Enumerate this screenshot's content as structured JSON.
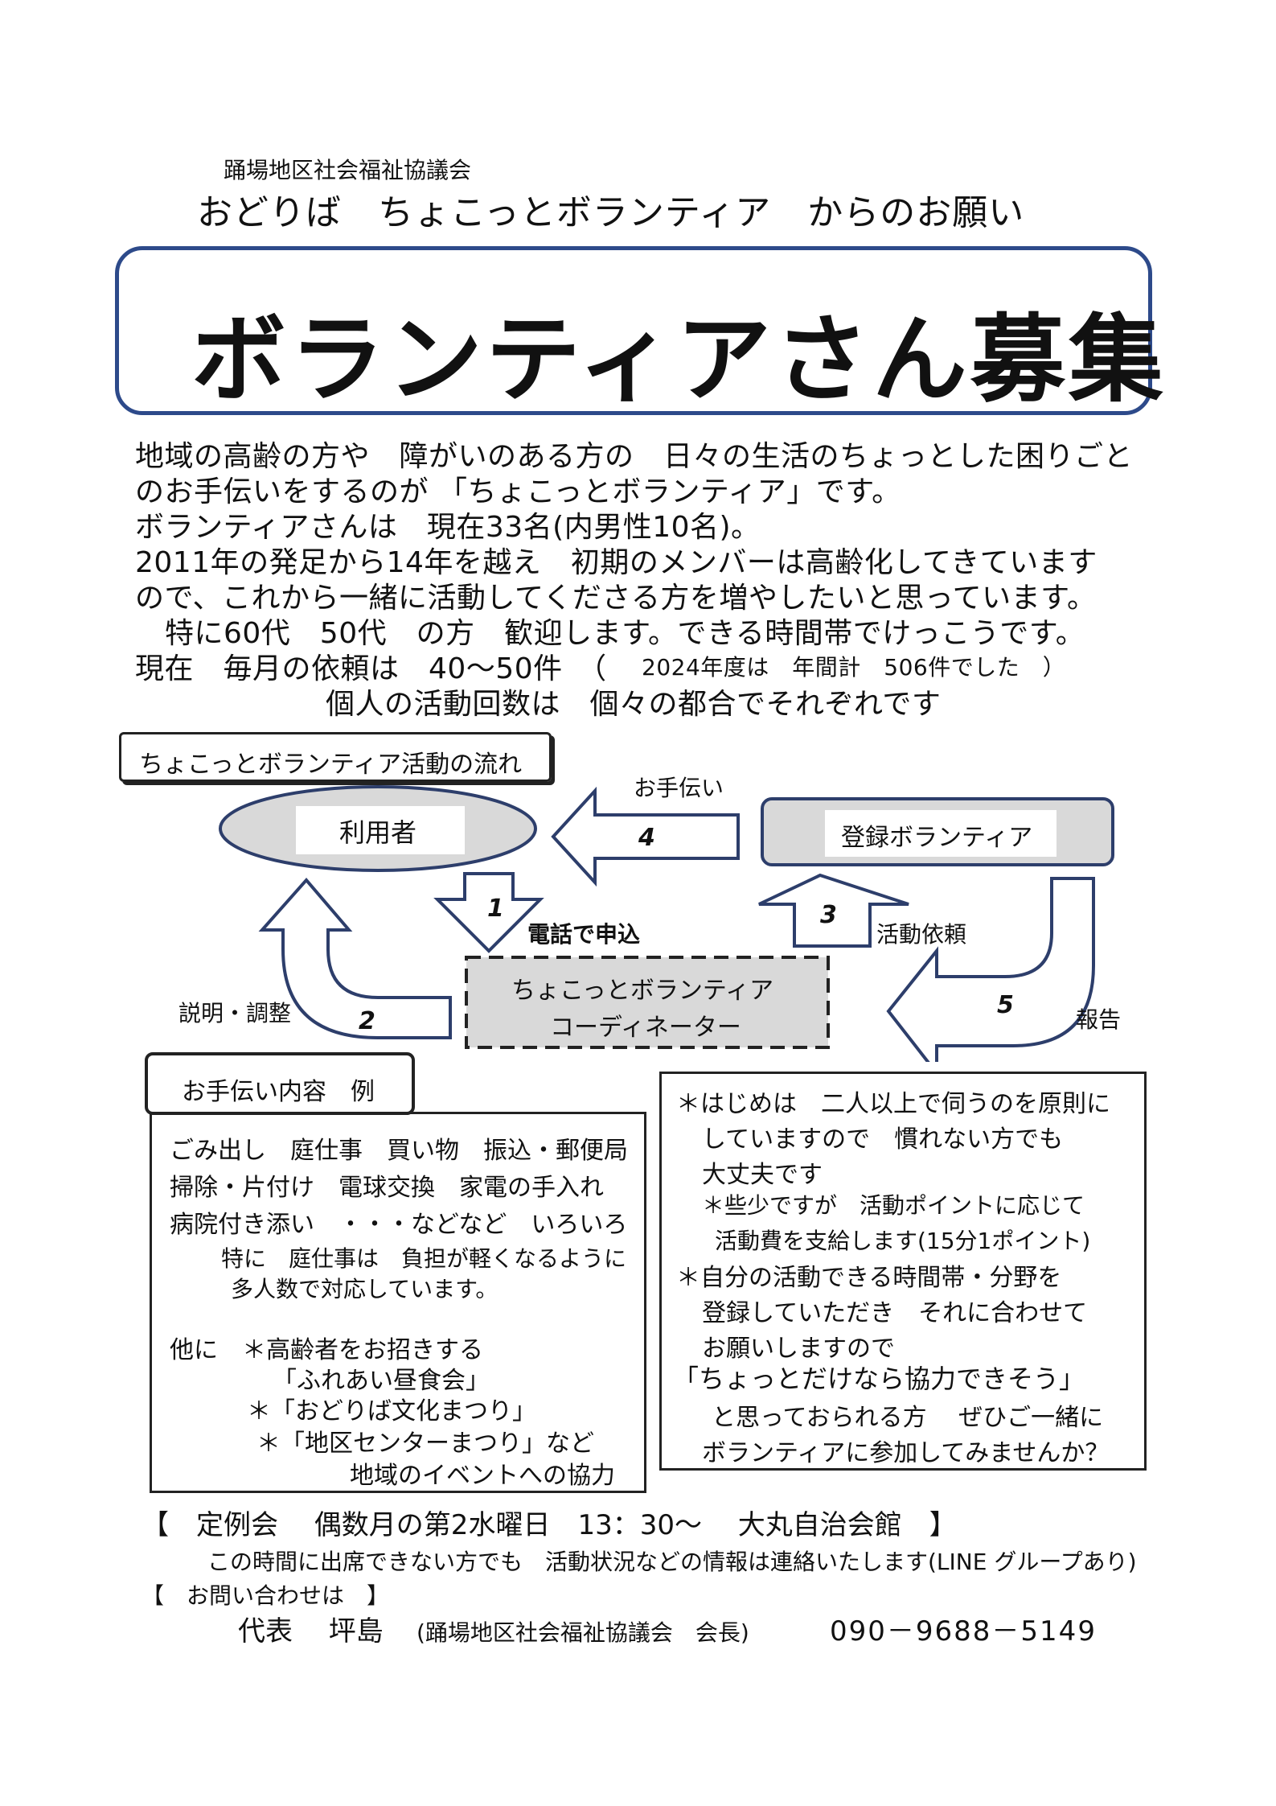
{
  "header": {
    "organization": "踊場地区社会福祉協議会",
    "subtitle": "おどりば　ちょこっとボランティア　からのお願い",
    "title": "ボランティアさん募集"
  },
  "intro": {
    "lines": [
      "地域の高齢の方や　障がいのある方の　日々の生活のちょっとした困りごと",
      "のお手伝いをするのが 「ちょこっとボランティア」です。",
      "ボランティアさんは　現在33名(内男性10名)。",
      "2011年の発足から14年を越え　初期のメンバーは高齢化してきています",
      "ので、これから一緒に活動してくださる方を増やしたいと思っています。",
      "特に60代　50代　の方　歓迎します。できる時間帯でけっこうです。",
      "現在　毎月の依頼は　40～50件　（",
      "2024年度は　年間計　506件でした　）",
      "個人の活動回数は　個々の都合でそれぞれです"
    ]
  },
  "flow": {
    "label": "ちょこっとボランティア活動の流れ",
    "user": "利用者",
    "volunteer": "登録ボランティア",
    "coordinator_line1": "ちょこっとボランティア",
    "coordinator_line2": "コーディネーター",
    "step1_num": "1",
    "step1_label": "電話で申込",
    "step2_num": "2",
    "step2_label": "説明・調整",
    "step3_num": "3",
    "step3_label": "活動依頼",
    "step4_num": "4",
    "step4_label": "お手伝い",
    "step5_num": "5",
    "step5_label": "報告"
  },
  "examples": {
    "heading": "お手伝い内容　例",
    "lines": [
      "ごみ出し　庭仕事　買い物　振込・郵便局",
      "掃除・片付け　電球交換　家電の手入れ",
      "病院付き添い　・・・などなど　いろいろ",
      "特に　庭仕事は　負担が軽くなるように",
      "多人数で対応しています。",
      "他に　＊高齢者をお招きする",
      "「ふれあい昼食会」",
      "＊「おどりば文化まつり」",
      "＊「地区センターまつり」など",
      "地域のイベントへの協力"
    ]
  },
  "notes": {
    "lines": [
      "＊はじめは　二人以上で伺うのを原則に",
      "していますので　慣れない方でも",
      "大丈夫です",
      "＊些少ですが　活動ポイントに応じて",
      "活動費を支給します(15分1ポイント)",
      "＊自分の活動できる時間帯・分野を",
      "登録していただき　それに合わせて",
      "お願いしますので",
      "「ちょっとだけなら協力できそう」",
      "と思っておられる方　 ぜひご一緒に",
      "ボランティアに参加してみませんか？"
    ]
  },
  "footer": {
    "meeting": "【　定例会　 偶数月の第2水曜日　13：30～　 大丸自治会館　】",
    "meeting_note": "この時間に出席できない方でも　活動状況などの情報は連絡いたします(LINE グループあり)",
    "contact_heading": "【　お問い合わせは　】",
    "contact_name": "代表　 坪島",
    "contact_role": "(踊場地区社会福祉協議会　会長)",
    "contact_phone": "090－9688－5149"
  },
  "colors": {
    "title_border": "#2d4a8a",
    "node_fill": "#d9d9d9",
    "line": "#2d3e6b"
  }
}
